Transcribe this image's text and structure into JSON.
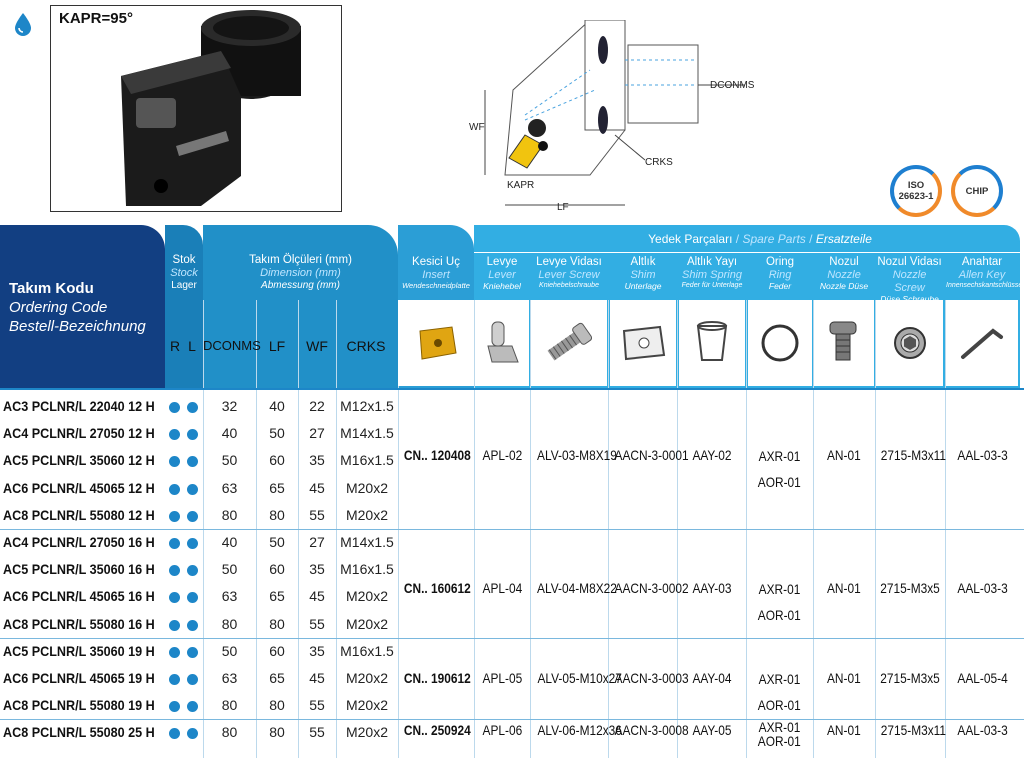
{
  "header": {
    "kapr": "KAPR=95°",
    "diagram_labels": {
      "dconms": "DCONMS",
      "wf": "WF",
      "crks": "CRKS",
      "kapr": "KAPR",
      "lf": "LF"
    },
    "badges": {
      "iso": "ISO 26623-1",
      "chip": "CHIP"
    }
  },
  "table_header": {
    "title_tr": "Takım Kodu",
    "title_en": "Ordering Code",
    "title_de": "Bestell-Bezeichnung",
    "stok": {
      "tr": "Stok",
      "en": "Stock",
      "de": "Lager"
    },
    "stok_cols": [
      "R",
      "L"
    ],
    "dims": {
      "tr": "Takım Ölçüleri (mm)",
      "en": "Dimension (mm)",
      "de": "Abmessung (mm)"
    },
    "dim_cols": [
      "DCONMS",
      "LF",
      "WF",
      "CRKS"
    ],
    "insert": {
      "tr": "Kesici Uç",
      "en": "Insert",
      "de": "Wendeschneidplatte"
    },
    "spare_title": {
      "tr": "Yedek Parçaları",
      "sep": "/",
      "en": "Spare Parts",
      "sep2": "/",
      "de": "Ersatzteile"
    },
    "spare_cols": [
      {
        "tr": "Levye",
        "en": "Lever",
        "de": "Kniehebel"
      },
      {
        "tr": "Levye Vidası",
        "en": "Lever Screw",
        "de": "Kniehebelschraube"
      },
      {
        "tr": "Altlık",
        "en": "Shim",
        "de": "Unterlage"
      },
      {
        "tr": "Altlık Yayı",
        "en": "Shim Spring",
        "de": "Feder für Unterlage"
      },
      {
        "tr": "Oring",
        "en": "Ring",
        "de": "Feder"
      },
      {
        "tr": "Nozul",
        "en": "Nozzle",
        "de": "Nozzle Düse"
      },
      {
        "tr": "Nozul Vidası",
        "en": "Nozzle Screw",
        "de": "Düse Schraube"
      },
      {
        "tr": "Anahtar",
        "en": "Allen Key",
        "de": "Innensechskantschlüssel"
      }
    ]
  },
  "rows": [
    {
      "code": "AC3 PCLNR/L 22040 12 H",
      "d": "32",
      "lf": "40",
      "wf": "22",
      "crks": "M12x1.5"
    },
    {
      "code": "AC4 PCLNR/L 27050 12 H",
      "d": "40",
      "lf": "50",
      "wf": "27",
      "crks": "M14x1.5"
    },
    {
      "code": "AC5 PCLNR/L 35060 12 H",
      "d": "50",
      "lf": "60",
      "wf": "35",
      "crks": "M16x1.5"
    },
    {
      "code": "AC6 PCLNR/L 45065 12 H",
      "d": "63",
      "lf": "65",
      "wf": "45",
      "crks": "M20x2"
    },
    {
      "code": "AC8 PCLNR/L 55080 12 H",
      "d": "80",
      "lf": "80",
      "wf": "55",
      "crks": "M20x2"
    },
    {
      "code": "AC4 PCLNR/L 27050 16 H",
      "d": "40",
      "lf": "50",
      "wf": "27",
      "crks": "M14x1.5"
    },
    {
      "code": "AC5 PCLNR/L 35060 16 H",
      "d": "50",
      "lf": "60",
      "wf": "35",
      "crks": "M16x1.5"
    },
    {
      "code": "AC6 PCLNR/L 45065 16 H",
      "d": "63",
      "lf": "65",
      "wf": "45",
      "crks": "M20x2"
    },
    {
      "code": "AC8 PCLNR/L 55080 16 H",
      "d": "80",
      "lf": "80",
      "wf": "55",
      "crks": "M20x2"
    },
    {
      "code": "AC5 PCLNR/L 35060 19 H",
      "d": "50",
      "lf": "60",
      "wf": "35",
      "crks": "M16x1.5"
    },
    {
      "code": "AC6 PCLNR/L 45065 19 H",
      "d": "63",
      "lf": "65",
      "wf": "45",
      "crks": "M20x2"
    },
    {
      "code": "AC8 PCLNR/L 55080 19 H",
      "d": "80",
      "lf": "80",
      "wf": "55",
      "crks": "M20x2"
    },
    {
      "code": "AC8 PCLNR/L 55080 25 H",
      "d": "80",
      "lf": "80",
      "wf": "55",
      "crks": "M20x2"
    }
  ],
  "groups": [
    {
      "insert": "CN.. 120408",
      "lever": "APL-02",
      "screw": "ALV-03-M8X19",
      "shim": "AACN-3-0001",
      "spring": "AAY-02",
      "ring1": "AXR-01",
      "ring2": "AOR-01",
      "nozzle": "AN-01",
      "nscrew": "2715-M3x11",
      "key": "AAL-03-3"
    },
    {
      "insert": "CN.. 160612",
      "lever": "APL-04",
      "screw": "ALV-04-M8X22",
      "shim": "AACN-3-0002",
      "spring": "AAY-03",
      "ring1": "AXR-01",
      "ring2": "AOR-01",
      "nozzle": "AN-01",
      "nscrew": "2715-M3x5",
      "key": "AAL-03-3"
    },
    {
      "insert": "CN.. 190612",
      "lever": "APL-05",
      "screw": "ALV-05-M10x27",
      "shim": "AACN-3-0003",
      "spring": "AAY-04",
      "ring1": "AXR-01",
      "ring2": "AOR-01",
      "nozzle": "AN-01",
      "nscrew": "2715-M3x5",
      "key": "AAL-05-4"
    },
    {
      "insert": "CN.. 250924",
      "lever": "APL-06",
      "screw": "ALV-06-M12x36",
      "shim": "AACN-3-0008",
      "spring": "AAY-05",
      "ring1": "AXR-01",
      "ring2": "AOR-01",
      "nozzle": "AN-01",
      "nscrew": "2715-M3x11",
      "key": "AAL-03-3"
    }
  ],
  "colors": {
    "navy": "#123f82",
    "blue": "#1d86c8",
    "cyan": "#32aee3"
  }
}
